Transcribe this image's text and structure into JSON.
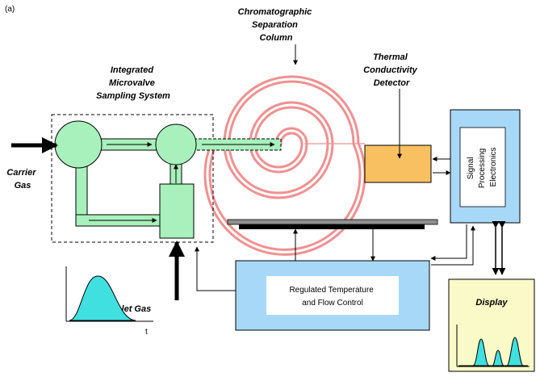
{
  "panel_label": "(a)",
  "labels": {
    "column": [
      "Chromatographic",
      "Separation",
      "Column"
    ],
    "sampling": [
      "Integrated",
      "Microvalve",
      "Sampling System"
    ],
    "detector": [
      "Thermal",
      "Conductivity",
      "Detector"
    ],
    "carrier": [
      "Carrier",
      "Gas"
    ],
    "inlet_gas": "Inlet Gas",
    "time_axis": "t",
    "electronics": [
      "Signal",
      "Processing",
      "Electronics"
    ],
    "control": [
      "Regulated Temperature",
      "and Flow Control"
    ],
    "display": "Display"
  },
  "colors": {
    "valve_green": "#a8f0bc",
    "column_pink": "#f09090",
    "detector_orange": "#f8c060",
    "box_blue": "#a8d8f8",
    "display_yellow": "#fafac8",
    "peak_cyan": "#40e0e0",
    "heater_gray": "#909090"
  }
}
